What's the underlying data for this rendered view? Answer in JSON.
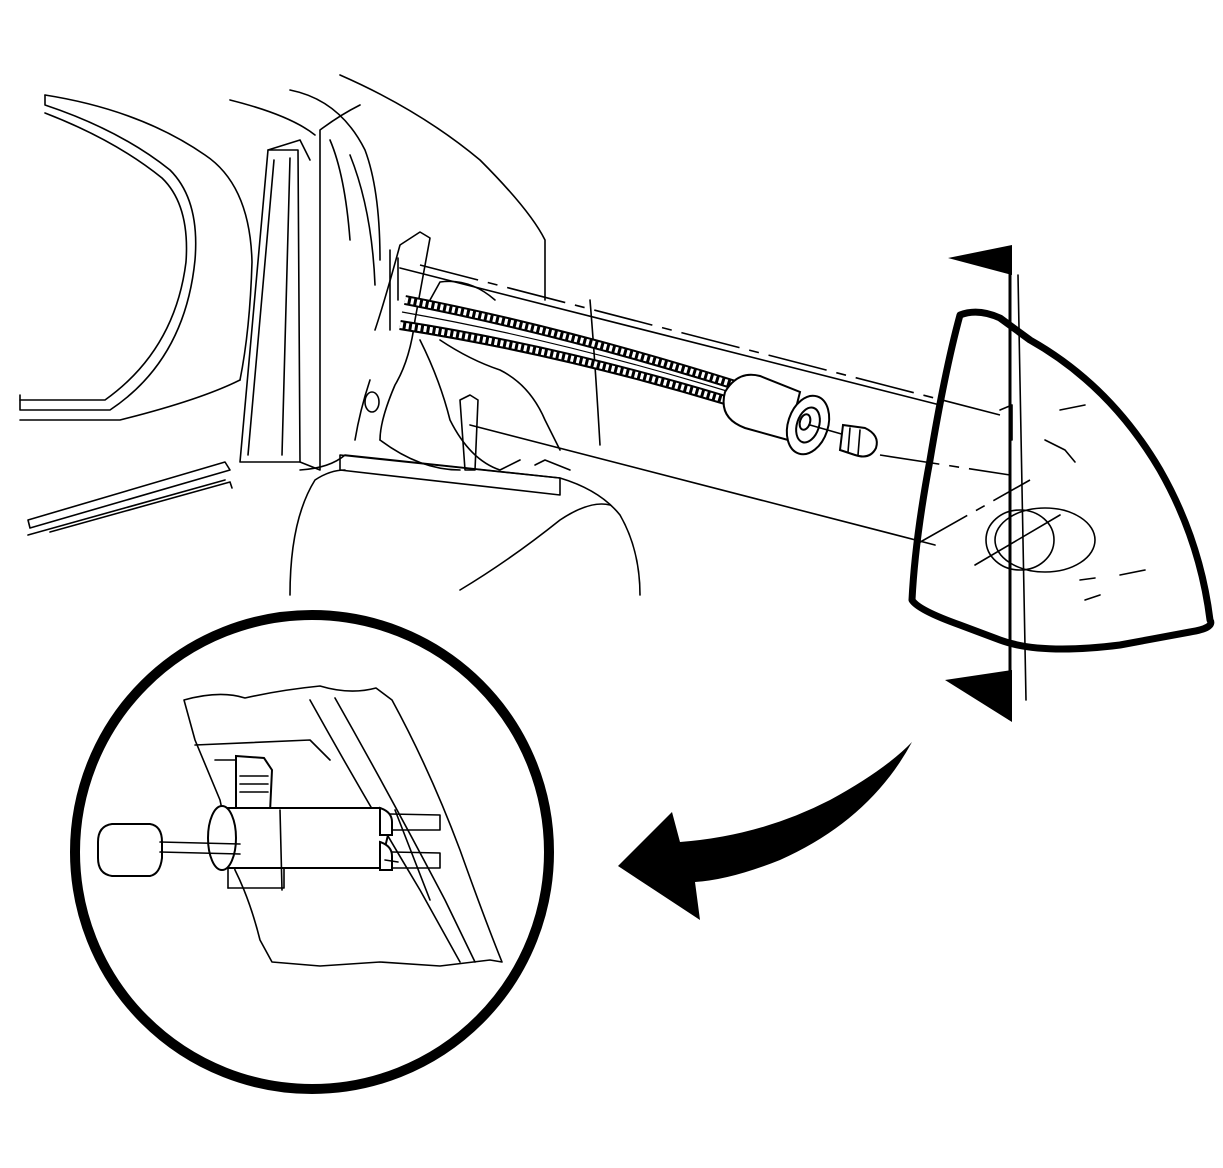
{
  "diagram": {
    "alt": "",
    "colors": {
      "line": "#000000",
      "background": "#ffffff"
    },
    "parts": [
      {
        "key": "vehicle-body",
        "icon": "car-body-outline"
      },
      {
        "key": "mirror-cables",
        "icon": "braided-cable-pair"
      },
      {
        "key": "mirror-motor",
        "icon": "motor-connector"
      },
      {
        "key": "mirror-glass",
        "icon": "mirror-face"
      },
      {
        "key": "detail-view",
        "icon": "magnifier-circle"
      },
      {
        "key": "rotate-arrow",
        "icon": "curved-arrow"
      }
    ]
  }
}
